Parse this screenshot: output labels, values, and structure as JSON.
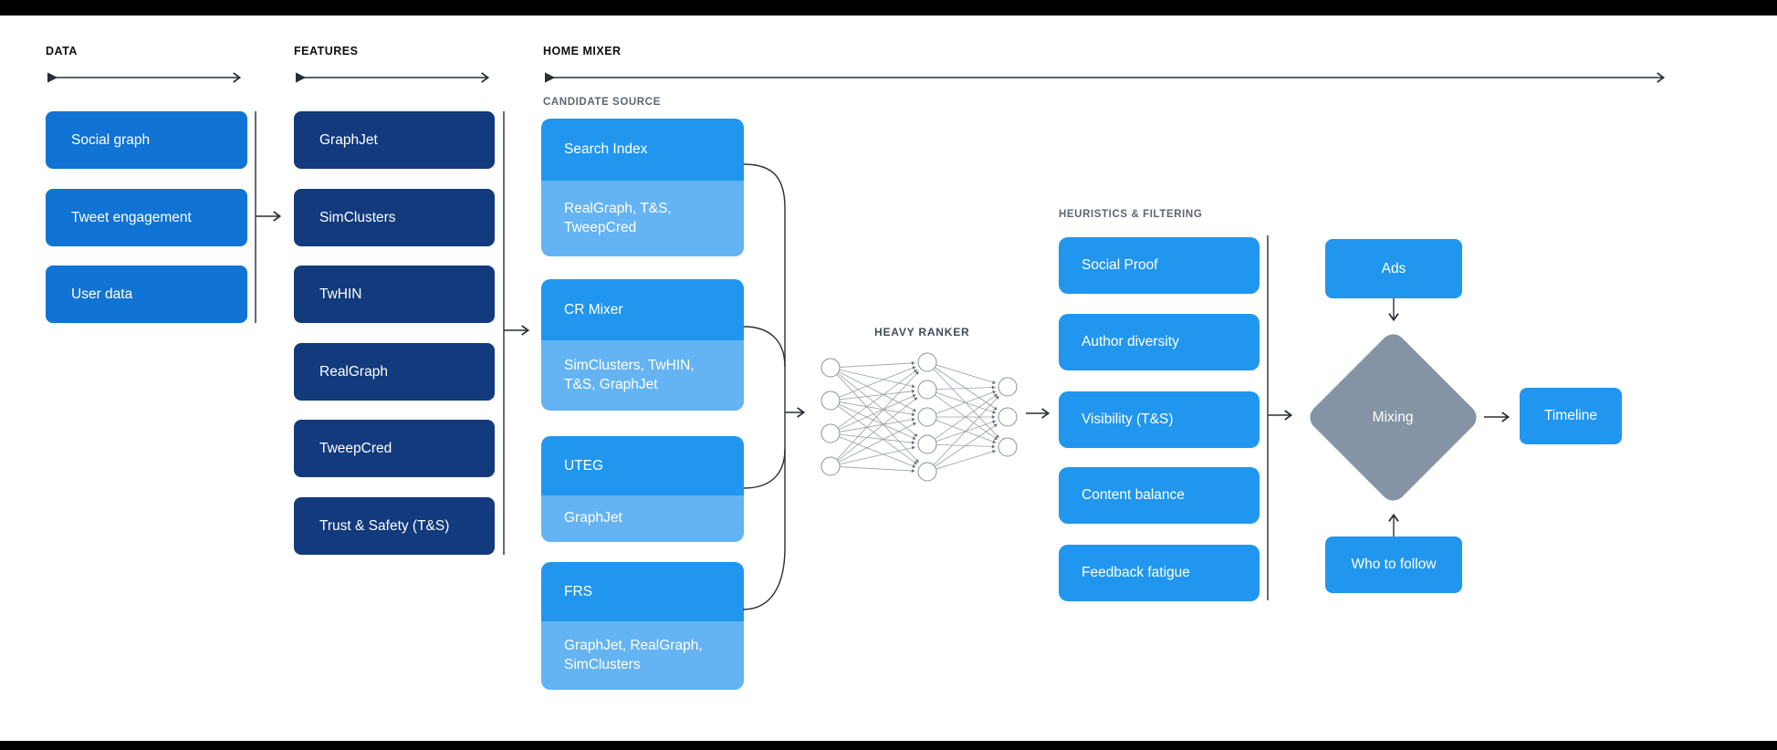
{
  "colors": {
    "data_box": "#1173d3",
    "feature_box": "#123a7c",
    "candidate_header": "#2196ee",
    "candidate_sub": "#64b3f2",
    "heuristic_box": "#2196ee",
    "mixing_diamond": "#8494a5",
    "box_text": "#ffffff",
    "section_label": "#0c0d0f",
    "sub_label": "#5c6672",
    "ranker_label": "#3f4c5c",
    "wire": "#2a2e33",
    "nn_wire": "#9aa0a6",
    "top_bottom_bars": "#000000"
  },
  "sections": {
    "data": {
      "label": "DATA",
      "items": [
        "Social graph",
        "Tweet engagement",
        "User data"
      ]
    },
    "features": {
      "label": "FEATURES",
      "items": [
        "GraphJet",
        "SimClusters",
        "TwHIN",
        "RealGraph",
        "TweepCred",
        "Trust & Safety (T&S)"
      ]
    },
    "home_mixer": {
      "label": "HOME MIXER",
      "candidate_source": {
        "label": "CANDIDATE SOURCE",
        "groups": [
          {
            "name": "Search Index",
            "sub": "RealGraph, T&S, TweepCred"
          },
          {
            "name": "CR Mixer",
            "sub": "SimClusters, TwHIN, T&S, GraphJet"
          },
          {
            "name": "UTEG",
            "sub": "GraphJet"
          },
          {
            "name": "FRS",
            "sub": "GraphJet, RealGraph, SimClusters"
          }
        ]
      },
      "heavy_ranker": {
        "label": "HEAVY RANKER",
        "layers": [
          4,
          5,
          3
        ]
      },
      "heuristics": {
        "label": "HEURISTICS & FILTERING",
        "items": [
          "Social Proof",
          "Author diversity",
          "Visibility (T&S)",
          "Content balance",
          "Feedback fatigue"
        ]
      },
      "mixing": {
        "ads": "Ads",
        "diamond": "Mixing",
        "who_to_follow": "Who to follow",
        "timeline": "Timeline"
      }
    }
  }
}
